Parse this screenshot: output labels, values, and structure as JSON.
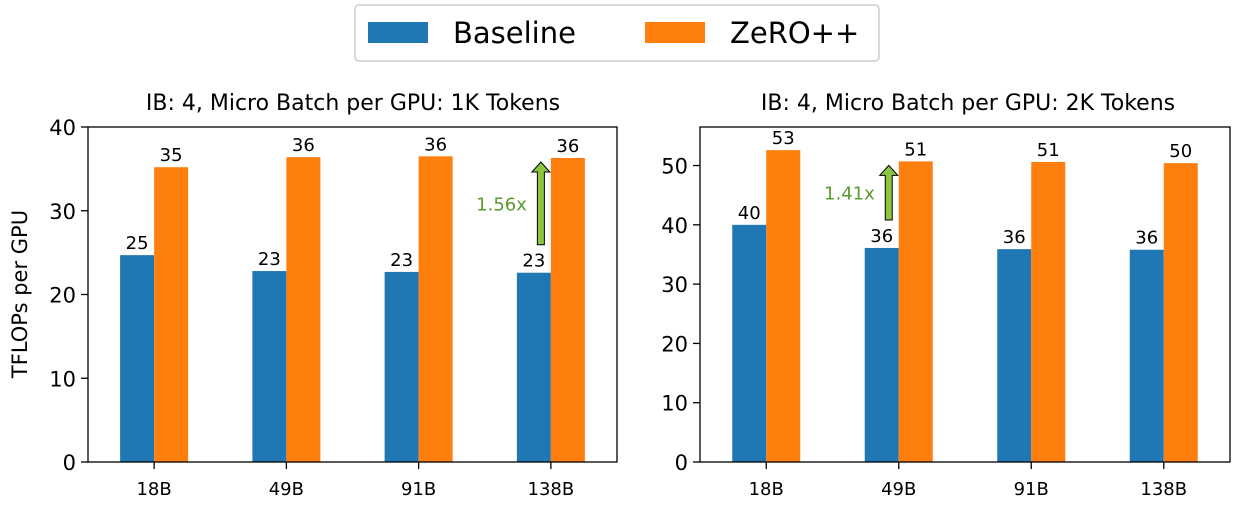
{
  "legend": {
    "items": [
      {
        "name": "Baseline",
        "color": "#1f77b4"
      },
      {
        "name": "ZeRO++",
        "color": "#ff7f0e"
      }
    ]
  },
  "ylabel": "TFLOPs per GPU",
  "chart_data": [
    {
      "type": "bar",
      "title": "IB: 4, Micro Batch per GPU: 1K Tokens",
      "ylabel": "TFLOPs per GPU",
      "categories": [
        "18B",
        "49B",
        "91B",
        "138B"
      ],
      "ylim": [
        0,
        40
      ],
      "yticks": [
        0,
        10,
        20,
        30,
        40
      ],
      "series": [
        {
          "name": "Baseline",
          "color": "#1f77b4",
          "values": [
            24.7,
            22.8,
            22.7,
            22.6
          ],
          "labels": [
            "25",
            "23",
            "23",
            "23"
          ]
        },
        {
          "name": "ZeRO++",
          "color": "#ff7f0e",
          "values": [
            35.2,
            36.4,
            36.5,
            36.3
          ],
          "labels": [
            "35",
            "36",
            "36",
            "36"
          ]
        }
      ],
      "annotation": {
        "text": "1.56x",
        "category_index": 3,
        "from": 22.6,
        "to": 36.3,
        "color": "#5a9a2e",
        "arrow_color": "#8cc63f"
      }
    },
    {
      "type": "bar",
      "title": "IB: 4, Micro Batch per GPU: 2K Tokens",
      "categories": [
        "18B",
        "49B",
        "91B",
        "138B"
      ],
      "ylim": [
        0,
        56.5
      ],
      "yticks": [
        0,
        10,
        20,
        30,
        40,
        50
      ],
      "series": [
        {
          "name": "Baseline",
          "color": "#1f77b4",
          "values": [
            40.0,
            36.1,
            35.9,
            35.8
          ],
          "labels": [
            "40",
            "36",
            "36",
            "36"
          ]
        },
        {
          "name": "ZeRO++",
          "color": "#ff7f0e",
          "values": [
            52.6,
            50.7,
            50.6,
            50.4
          ],
          "labels": [
            "53",
            "51",
            "51",
            "50"
          ]
        }
      ],
      "annotation": {
        "text": "1.41x",
        "category_index": 1,
        "from": 36.1,
        "to": 50.7,
        "color": "#5a9a2e",
        "arrow_color": "#8cc63f"
      }
    }
  ]
}
